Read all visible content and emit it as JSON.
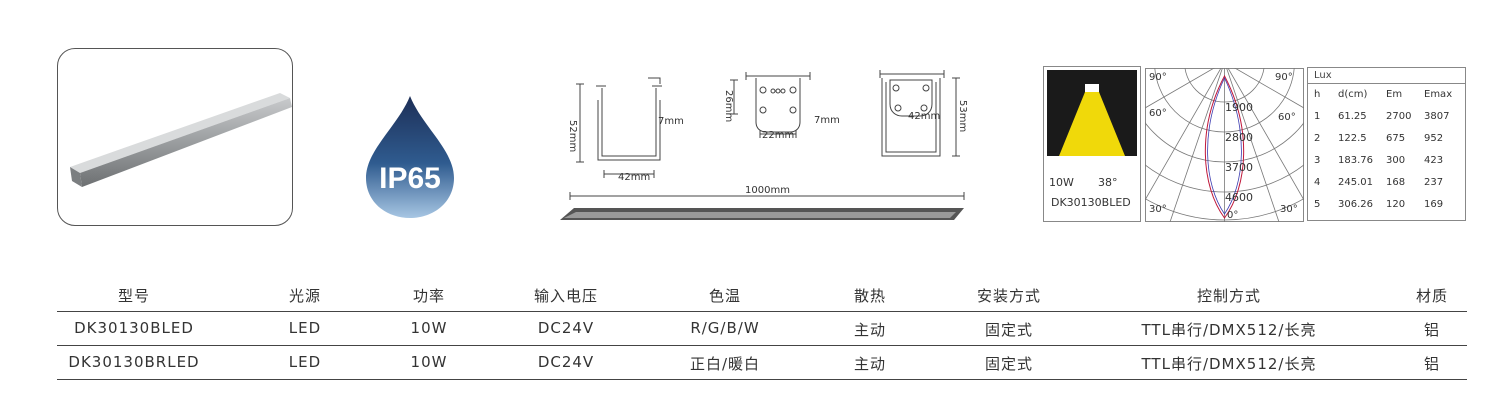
{
  "badge": {
    "text": "IP65"
  },
  "dimensions": {
    "side_height": "52mm",
    "side_inner": "7mm",
    "side_width": "42mm",
    "top_height": "26mm",
    "top_width": "22mm",
    "top_inner": "7mm",
    "end_height": "53mm",
    "end_inner": "42mm",
    "length": "1000mm"
  },
  "beam": {
    "power": "10W",
    "angle": "38°",
    "model": "DK30130BLED"
  },
  "polar": {
    "angle_labels": [
      "90°",
      "90°",
      "60°",
      "60°",
      "30°",
      "30°",
      "0°"
    ],
    "ring_labels": [
      "1900",
      "2800",
      "3700",
      "4600"
    ]
  },
  "lux_table": {
    "title": "Lux",
    "headers": [
      "h",
      "d(cm)",
      "Em",
      "Emax"
    ],
    "rows": [
      [
        "1",
        "61.25",
        "2700",
        "3807"
      ],
      [
        "2",
        "122.5",
        "675",
        "952"
      ],
      [
        "3",
        "183.76",
        "300",
        "423"
      ],
      [
        "4",
        "245.01",
        "168",
        "237"
      ],
      [
        "5",
        "306.26",
        "120",
        "169"
      ]
    ]
  },
  "spec_table": {
    "headers": [
      "型号",
      "光源",
      "功率",
      "输入电压",
      "色温",
      "散热",
      "安装方式",
      "控制方式",
      "材质"
    ],
    "rows": [
      [
        "DK30130BLED",
        "LED",
        "10W",
        "DC24V",
        "R/G/B/W",
        "主动",
        "固定式",
        "TTL串行/DMX512/长亮",
        "铝"
      ],
      [
        "DK30130BRLED",
        "LED",
        "10W",
        "DC24V",
        "正白/暖白",
        "主动",
        "固定式",
        "TTL串行/DMX512/长亮",
        "铝"
      ]
    ]
  }
}
